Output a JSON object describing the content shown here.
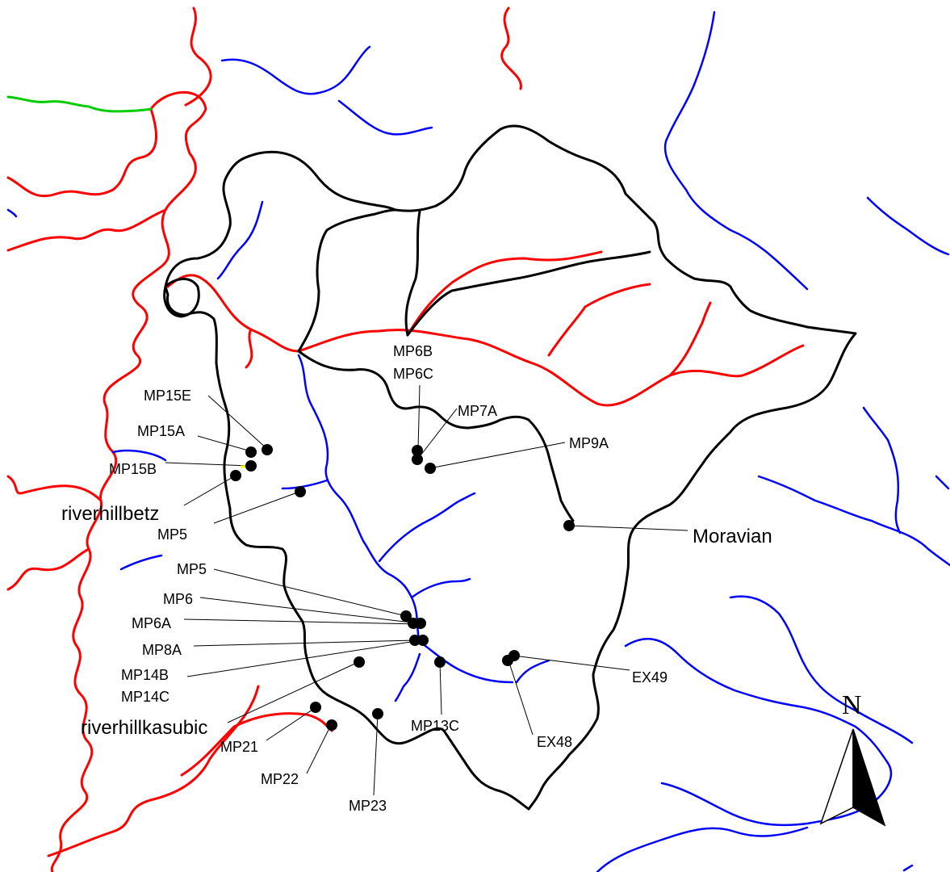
{
  "colors": {
    "river_major": "#ff0000",
    "river_minor": "#0000ff",
    "river_other": "#00cc00",
    "boundary": "#000000",
    "site": "#000000"
  },
  "north_arrow": {
    "letter": "N"
  },
  "sites": {
    "mp15e": "MP15E",
    "mp15a": "MP15A",
    "mp15b": "MP15B",
    "riverhillbetz": "riverhillbetz",
    "mp5_upper": "MP5",
    "mp5_lower": "MP5",
    "mp6": "MP6",
    "mp6a": "MP6A",
    "mp8a": "MP8A",
    "mp14b": "MP14B",
    "mp14c": "MP14C",
    "riverhillkasubic": "riverhillkasubic",
    "mp21": "MP21",
    "mp22": "MP22",
    "mp23": "MP23",
    "mp13c": "MP13C",
    "mp6b": "MP6B",
    "mp6c": "MP6C",
    "mp7a": "MP7A",
    "mp9a": "MP9A",
    "moravian": "Moravian",
    "ex49": "EX49",
    "ex48": "EX48"
  }
}
